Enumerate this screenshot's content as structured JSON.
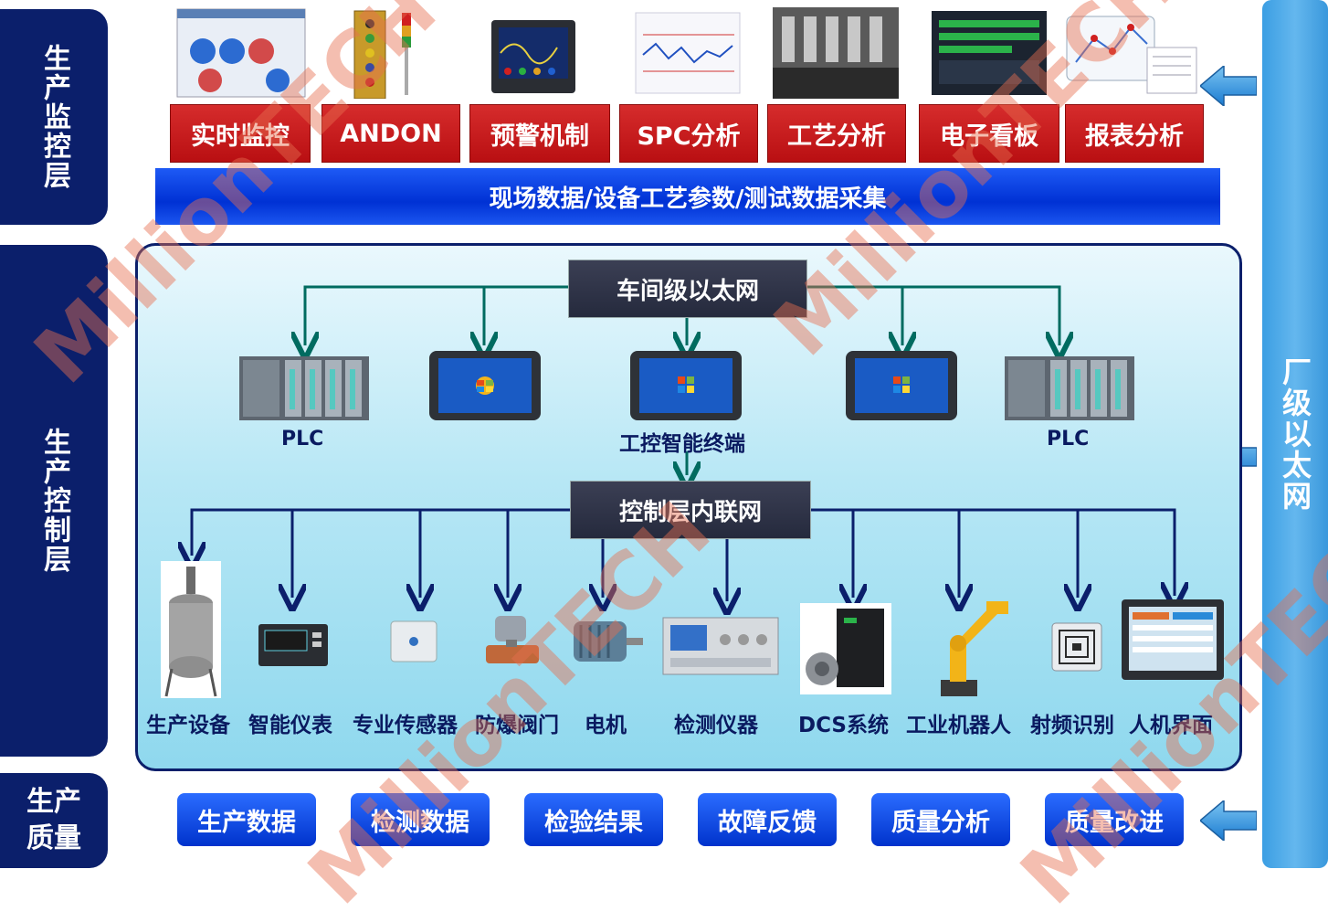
{
  "layers": {
    "monitor": "生产监控层",
    "control": "生产控制层",
    "quality": "生产质量"
  },
  "factory_network": "厂级以太网",
  "monitor_items": [
    "实时监控",
    "ANDON",
    "预警机制",
    "SPC分析",
    "工艺分析",
    "电子看板",
    "报表分析"
  ],
  "data_collection": "现场数据/设备工艺参数/测试数据采集",
  "workshop_network": "车间级以太网",
  "control_network": "控制层内联网",
  "terminals": {
    "plc_left": "PLC",
    "center": "工控智能终端",
    "plc_right": "PLC"
  },
  "devices": [
    "生产设备",
    "智能仪表",
    "专业传感器",
    "防爆阀门",
    "电机",
    "检测仪器",
    "DCS系统",
    "工业机器人",
    "射频识别",
    "人机界面"
  ],
  "quality_items": [
    "生产数据",
    "检测数据",
    "检验结果",
    "故障反馈",
    "质量分析",
    "质量改进"
  ],
  "watermark": "MillionTECH",
  "colors": {
    "navy": "#0b1f6b",
    "red": "#c81a1c",
    "blue": "#0033cc",
    "teal_line": "#006b60",
    "sky": "#4aa8e8"
  }
}
